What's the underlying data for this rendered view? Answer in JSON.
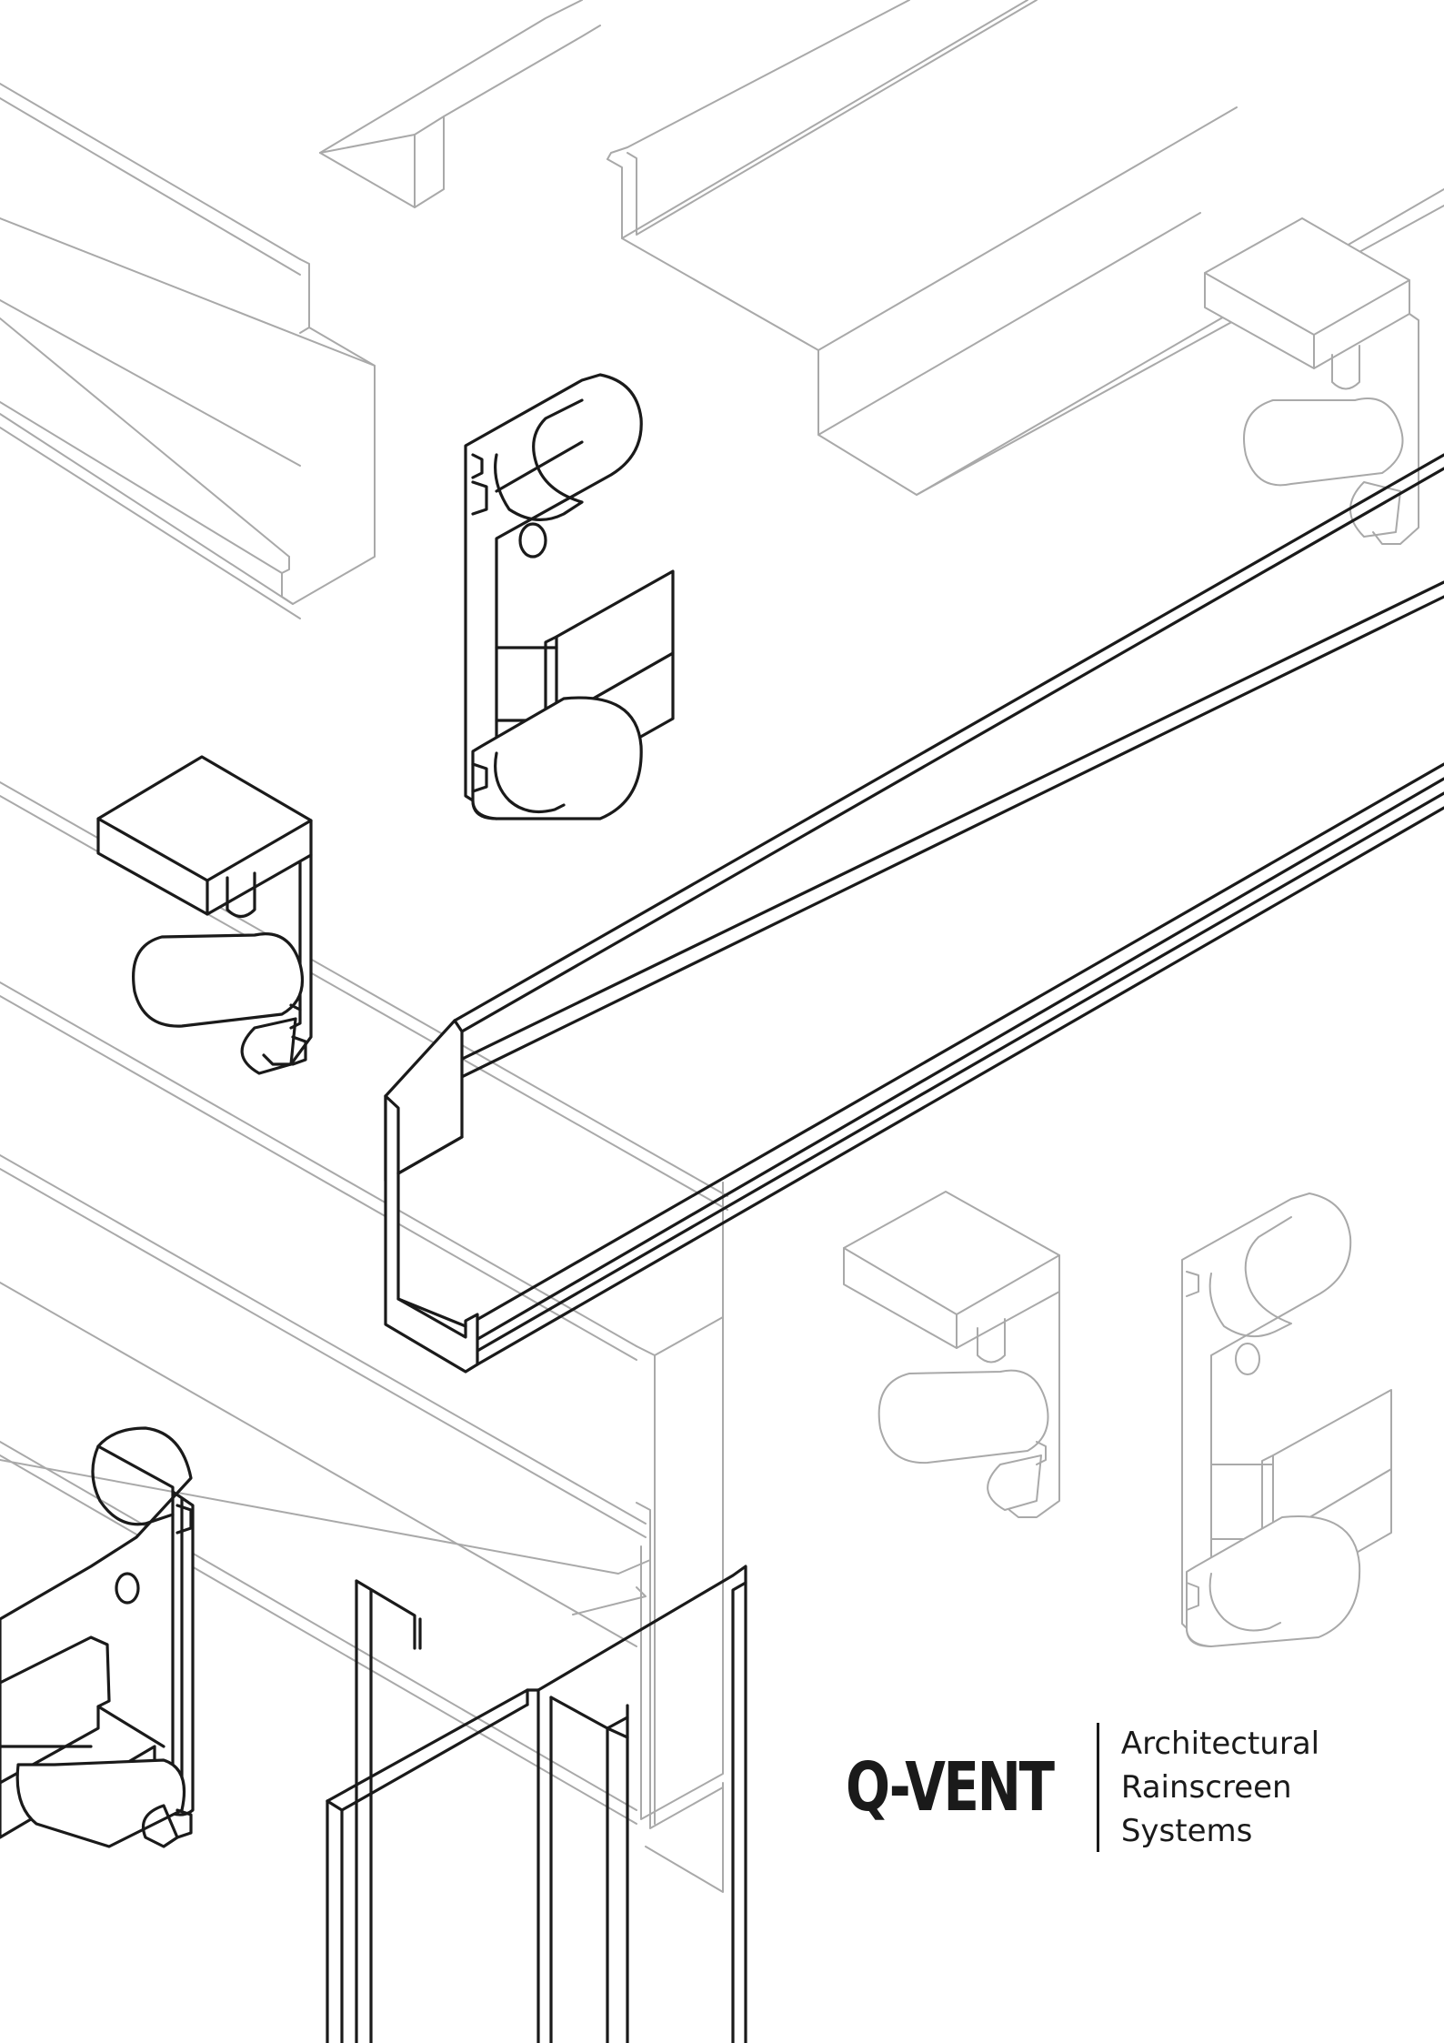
{
  "brand": {
    "logo": "Q-VENT",
    "tagline": [
      "Architectural",
      "Rainscreen",
      "Systems"
    ]
  },
  "colors": {
    "ink": "#1a1a1a",
    "light_line": "#a9a9a9",
    "background": "#ffffff"
  },
  "illustration": "isometric-aluminium-profiles"
}
